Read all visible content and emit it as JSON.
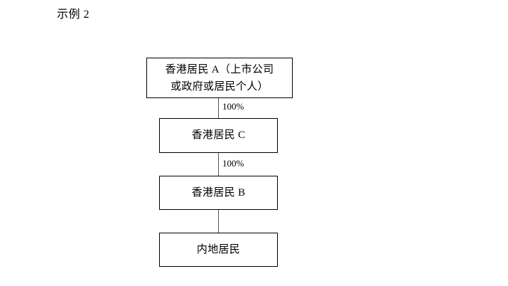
{
  "document": {
    "title": "示例 2",
    "background_color": "#ffffff",
    "text_color": "#000000"
  },
  "diagram": {
    "type": "ownership-chain-flowchart",
    "orientation": "vertical-top-down",
    "nodes": [
      {
        "id": "node-a",
        "label": "香港居民 A（上市公司\n或政府或居民个人）",
        "border_color": "#000000",
        "fill_color": "#ffffff"
      },
      {
        "id": "node-c",
        "label": "香港居民 C",
        "border_color": "#000000",
        "fill_color": "#ffffff"
      },
      {
        "id": "node-b",
        "label": "香港居民 B",
        "border_color": "#000000",
        "fill_color": "#ffffff"
      },
      {
        "id": "node-mainland",
        "label": "内地居民",
        "border_color": "#000000",
        "fill_color": "#ffffff"
      }
    ],
    "edges": [
      {
        "id": "edge-a-c",
        "from": "node-a",
        "to": "node-c",
        "label": "100%",
        "line_color": "#555555"
      },
      {
        "id": "edge-c-b",
        "from": "node-c",
        "to": "node-b",
        "label": "100%",
        "line_color": "#555555"
      },
      {
        "id": "edge-b-mainland",
        "from": "node-b",
        "to": "node-mainland",
        "label": "",
        "line_color": "#555555"
      }
    ]
  }
}
